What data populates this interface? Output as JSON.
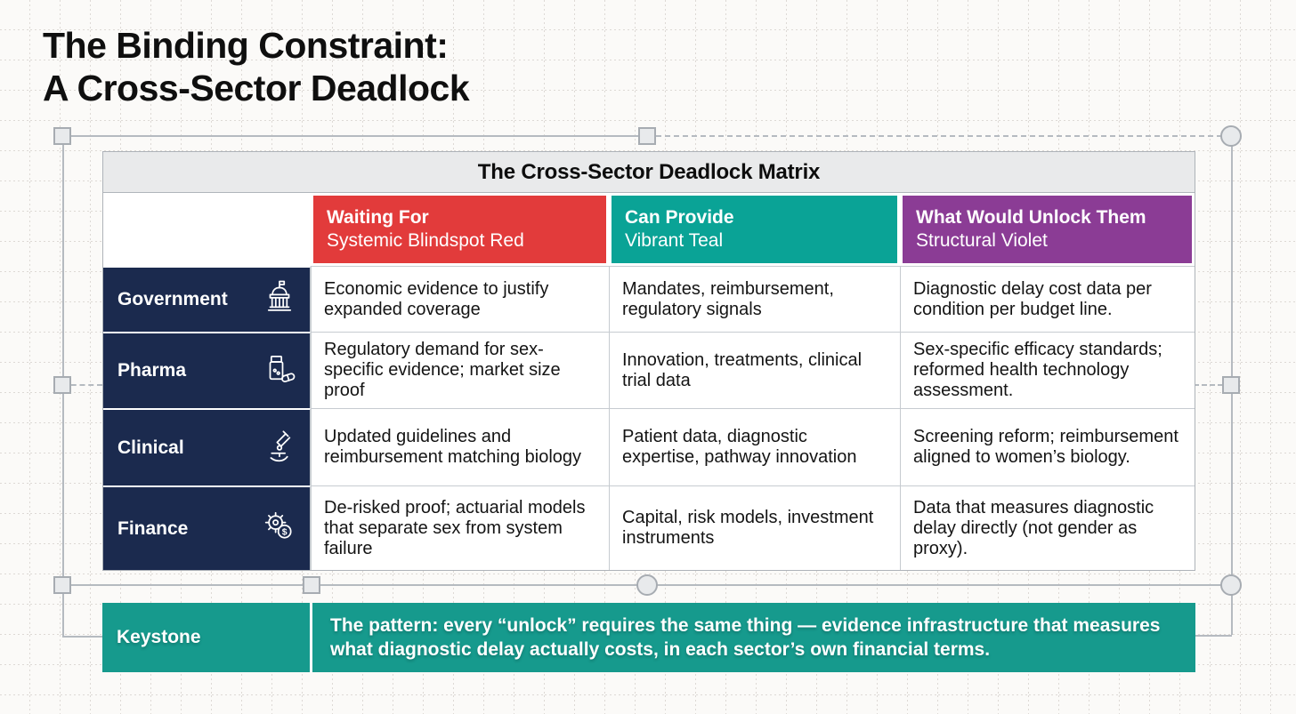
{
  "page": {
    "title": "The Binding Constraint:\nA Cross-Sector Deadlock"
  },
  "matrix": {
    "title": "The Cross-Sector Deadlock Matrix",
    "columns": [
      {
        "title": "Waiting For",
        "subtitle": "Systemic Blindspot Red",
        "color": "#e23b3b"
      },
      {
        "title": "Can Provide",
        "subtitle": "Vibrant Teal",
        "color": "#0aa396"
      },
      {
        "title": "What Would Unlock Them",
        "subtitle": "Structural Violet",
        "color": "#8b3c95"
      }
    ],
    "rows": [
      {
        "label": "Government",
        "icon": "capitol-icon",
        "cells": [
          "Economic evidence to justify expanded coverage",
          "Mandates, reimbursement, regulatory signals",
          "Diagnostic delay cost data per condition per budget line."
        ]
      },
      {
        "label": "Pharma",
        "icon": "pill-bottle-icon",
        "cells": [
          "Regulatory demand for sex-specific evidence; market size proof",
          "Innovation, treatments, clinical trial data",
          "Sex-specific efficacy standards; reformed health technology assessment."
        ]
      },
      {
        "label": "Clinical",
        "icon": "microscope-icon",
        "cells": [
          "Updated guidelines and reimbursement matching biology",
          "Patient data, diagnostic expertise, pathway innovation",
          "Screening reform; reimbursement aligned to women’s biology."
        ]
      },
      {
        "label": "Finance",
        "icon": "gear-dollar-icon",
        "cells": [
          "De-risked proof; actuarial models that separate sex from system failure",
          "Capital, risk models, investment instruments",
          "Data that measures diagnostic delay directly (not gender as proxy)."
        ]
      }
    ]
  },
  "keystone": {
    "label": "Keystone",
    "text": "The pattern: every “unlock” requires the same thing — evidence infrastructure that measures what diagnostic delay actually costs, in each sector’s own financial terms.",
    "color": "#169a8d"
  },
  "colors": {
    "row_header_navy": "#1b2a4e",
    "table_title_bar": "#e9eaeb",
    "canvas_background": "#fbfaf8"
  }
}
